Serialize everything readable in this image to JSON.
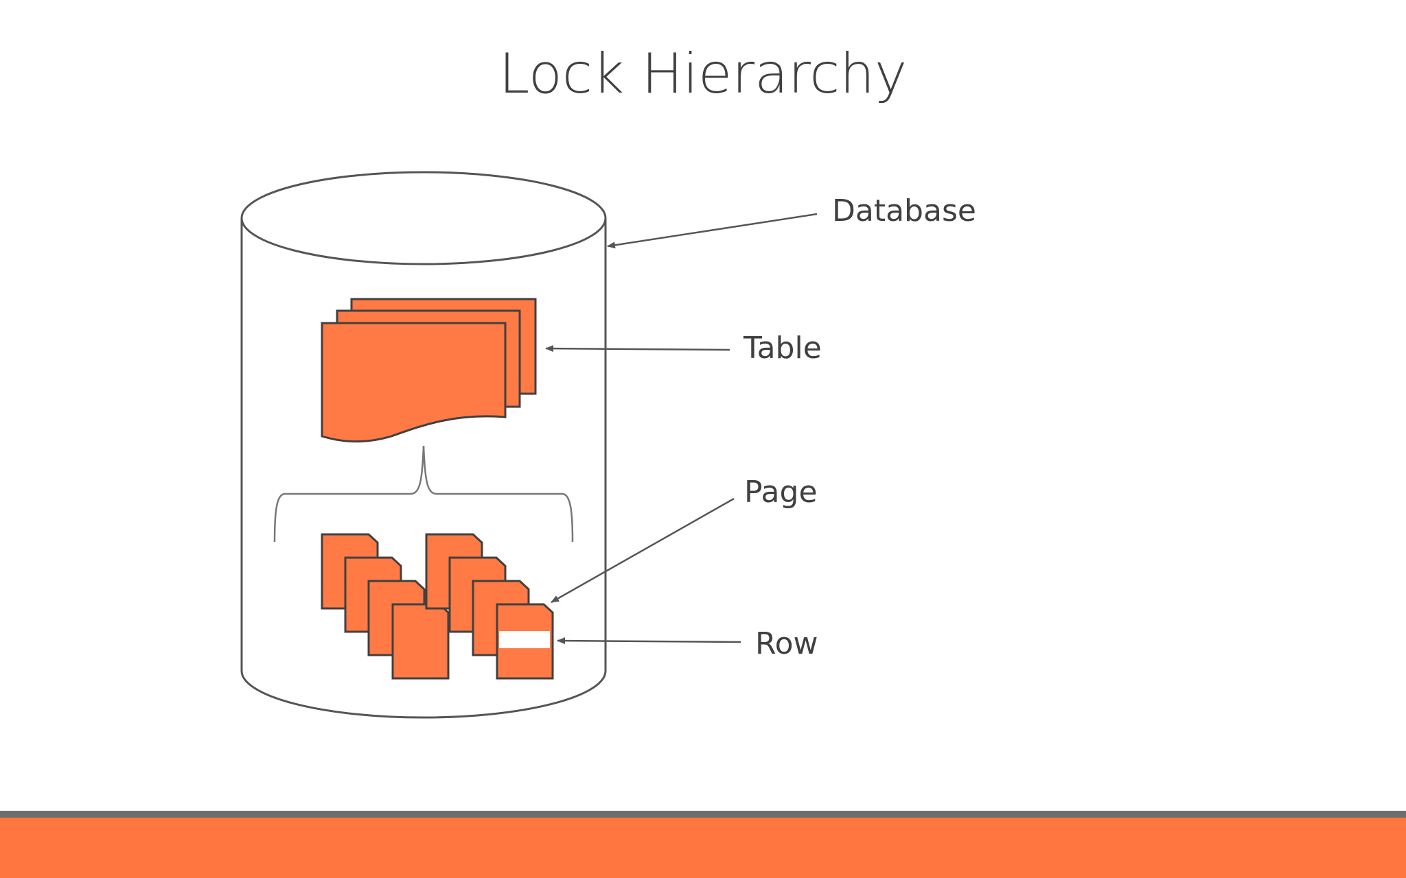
{
  "slide": {
    "title": "Lock Hierarchy"
  },
  "diagram": {
    "labels": {
      "database": "Database",
      "table": "Table",
      "page": "Page",
      "row": "Row"
    }
  },
  "colors": {
    "accent": "#ff7a45",
    "outline": "#404040",
    "footer_bar": "#ff7640",
    "footer_rule": "#6e6e6e"
  }
}
